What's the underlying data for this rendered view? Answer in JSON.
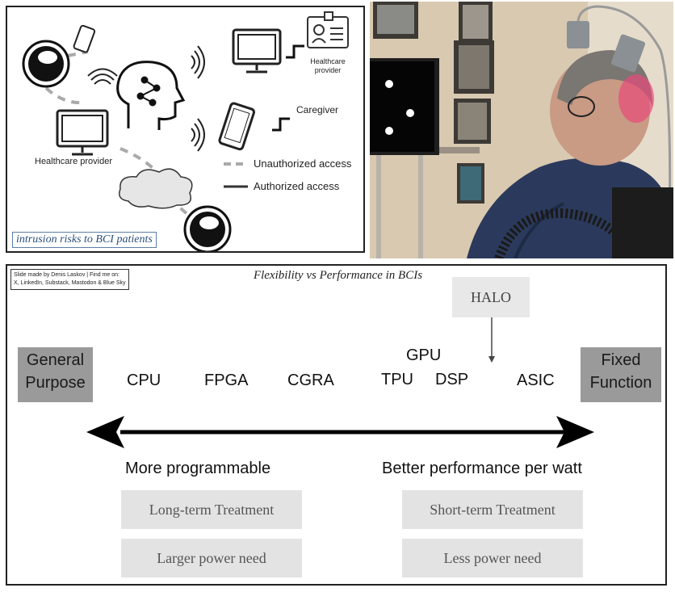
{
  "top_left": {
    "labels": {
      "healthcare_provider_top": "Healthcare provider",
      "caregiver": "Caregiver",
      "healthcare_provider_left": "Healthcare provider",
      "unauthorized": "Unauthorized access",
      "authorized": "Authorized access"
    },
    "caption": "intrusion risks to BCI patients"
  },
  "bottom": {
    "credit_line1": "Slide made by Denis Laskov | Find me on:",
    "credit_line2": "X, LinkedIn, Substack, Mastodon & Blue Sky",
    "title": "Flexibility vs Performance in BCIs",
    "left_end_line1": "General",
    "left_end_line2": "Purpose",
    "right_end_line1": "Fixed",
    "right_end_line2": "Function",
    "processors": {
      "cpu": "CPU",
      "fpga": "FPGA",
      "cgra": "CGRA",
      "tpu": "TPU",
      "gpu": "GPU",
      "dsp": "DSP",
      "asic": "ASIC"
    },
    "halo": "HALO",
    "left_heading": "More programmable",
    "right_heading": "Better performance per watt",
    "left_boxes": [
      "Long-term Treatment",
      "Larger power need"
    ],
    "right_boxes": [
      "Short-term Treatment",
      "Less power need"
    ]
  }
}
